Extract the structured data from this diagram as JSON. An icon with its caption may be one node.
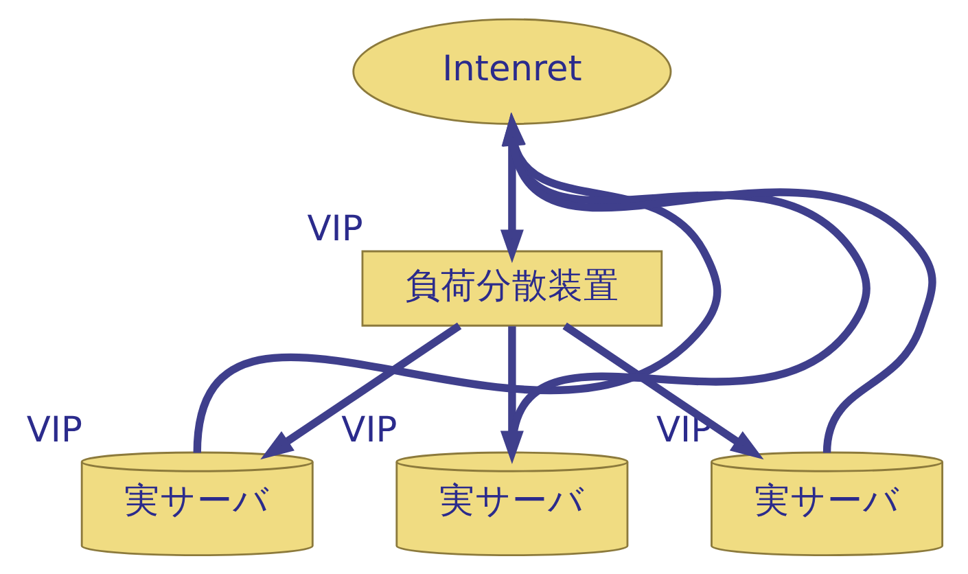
{
  "diagram": {
    "nodes": [
      {
        "text": [
          "Intenret"
        ]
      },
      {
        "text": [
          "負荷分散装置"
        ],
        "beside": [
          "VIP"
        ]
      },
      {
        "text": [
          "実サーバ"
        ],
        "beside": [
          "VIP"
        ]
      },
      {
        "text": [
          "実サーバ"
        ],
        "beside": [
          "VIP"
        ]
      },
      {
        "text": [
          "実サーバ"
        ],
        "beside": [
          "VIP"
        ]
      }
    ],
    "edges": [
      {
        "from": 0,
        "to": 1,
        "arrow": "to"
      },
      {
        "from": 1,
        "to": 2,
        "arrow": "to"
      },
      {
        "from": 1,
        "to": 3,
        "arrow": "to"
      },
      {
        "from": 1,
        "to": 4,
        "arrow": "to"
      },
      {
        "from": 2,
        "to": 0,
        "arrow": "to"
      },
      {
        "from": 3,
        "to": 0,
        "arrow": "to"
      },
      {
        "from": 4,
        "to": 0,
        "arrow": "to"
      }
    ]
  }
}
